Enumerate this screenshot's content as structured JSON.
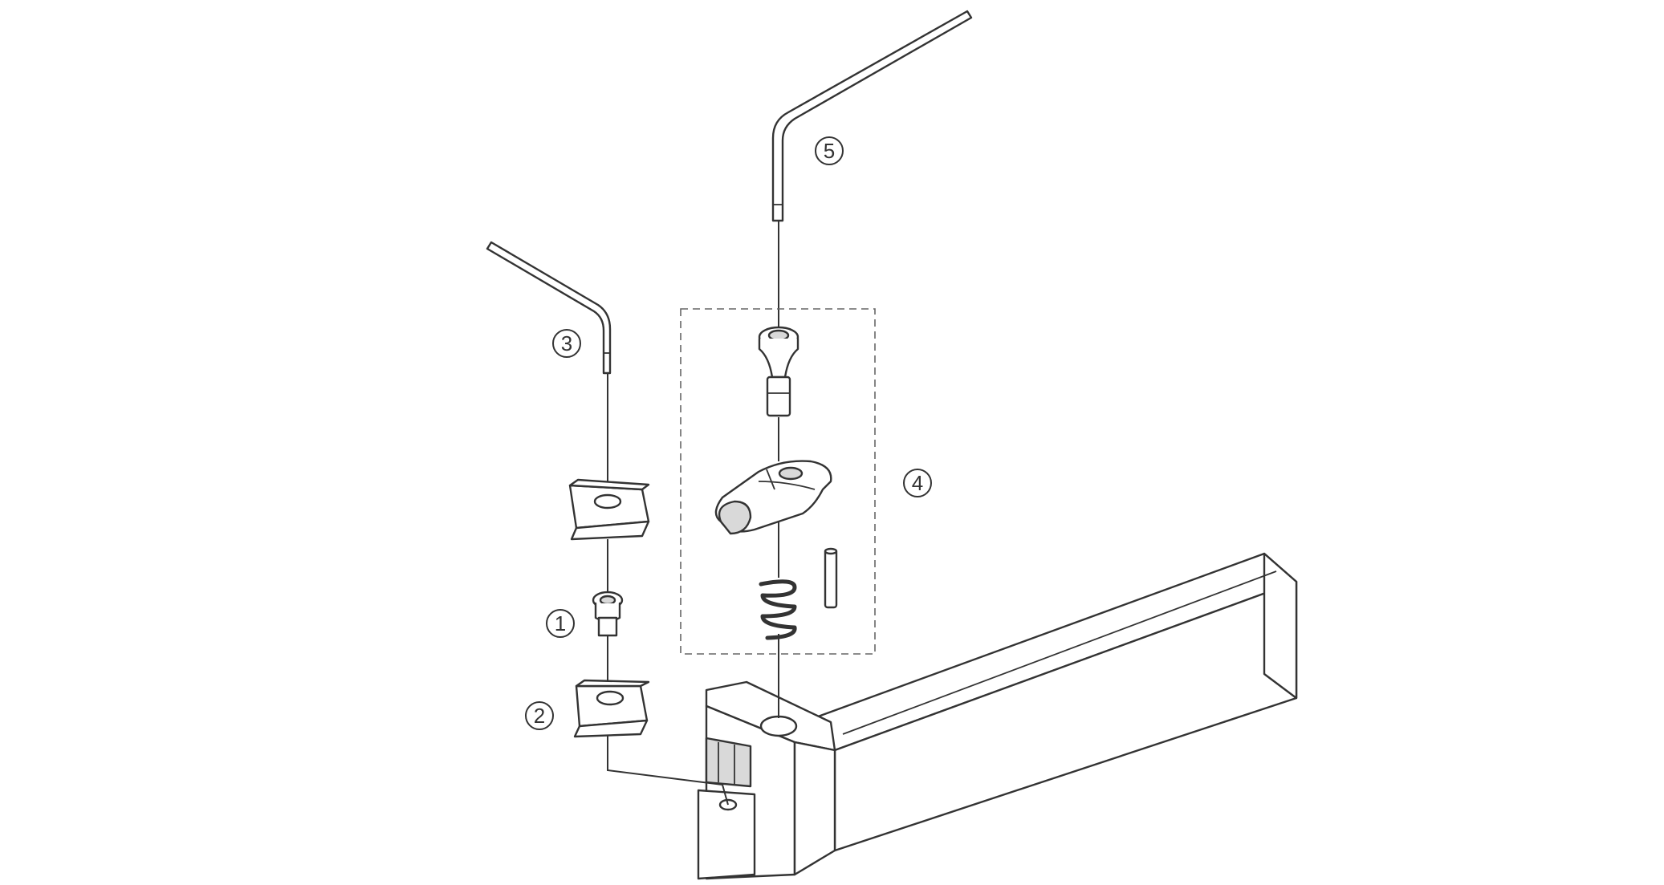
{
  "callouts": [
    {
      "id": "1",
      "label": "1"
    },
    {
      "id": "2",
      "label": "2"
    },
    {
      "id": "3",
      "label": "3"
    },
    {
      "id": "4",
      "label": "4"
    },
    {
      "id": "5",
      "label": "5"
    }
  ],
  "colors": {
    "line": "#333333",
    "shade": "#d9d9d9",
    "background": "#ffffff"
  }
}
